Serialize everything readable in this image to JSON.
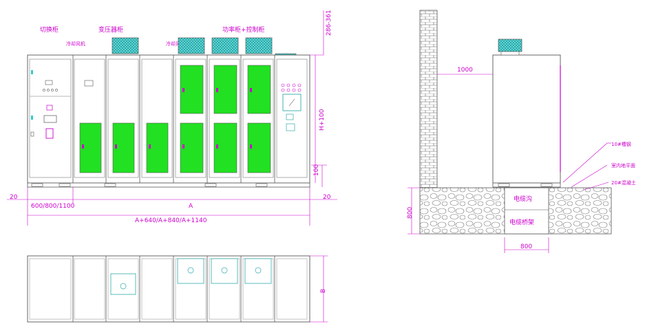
{
  "front": {
    "label_switch": "切换柜",
    "label_transformer": "变压器柜",
    "label_power": "功率柜+控制柜",
    "label_fan_left": "冷却风机",
    "label_fan_right": "冷却风机",
    "dim_top_right": "286-361",
    "dim_height": "H+100",
    "dim_base": "100",
    "dim_left_gap": "20",
    "dim_right_gap": "20",
    "dim_left_cab": "600/800/1100",
    "dim_mid": "A",
    "dim_total": "A+640/A+840/A+1140"
  },
  "side": {
    "dim_wall_gap": "1000",
    "dim_depth": "800",
    "dim_trench_width": "800",
    "label_trench": "电缆沟",
    "label_bracket": "电缆桥架",
    "label_channel": "10#槽钢",
    "label_floor": "室内地平面",
    "label_concrete": "20#混凝土"
  },
  "top": {
    "dim_b": "B"
  },
  "colors": {
    "line": "#555555",
    "accent": "#cc00cc",
    "panel": "#22e022",
    "fan": "#33cccc"
  }
}
